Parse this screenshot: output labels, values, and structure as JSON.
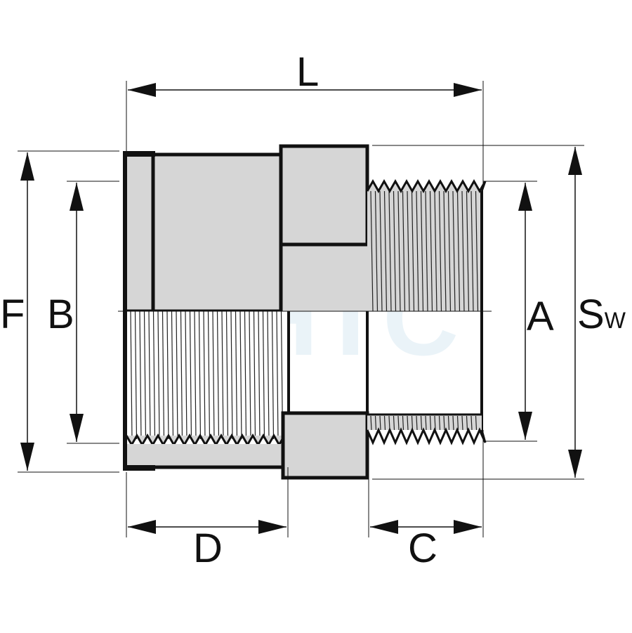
{
  "labels": {
    "L": "L",
    "F": "F",
    "B": "B",
    "A": "A",
    "Sw_main": "S",
    "Sw_sub": "W",
    "D": "D",
    "C": "C"
  },
  "watermark": "HTC",
  "colors": {
    "body_fill": "#d6d6d6",
    "outline": "#111111",
    "dim_line": "#111111",
    "background": "#ffffff",
    "watermark": "#e8f2f8"
  }
}
